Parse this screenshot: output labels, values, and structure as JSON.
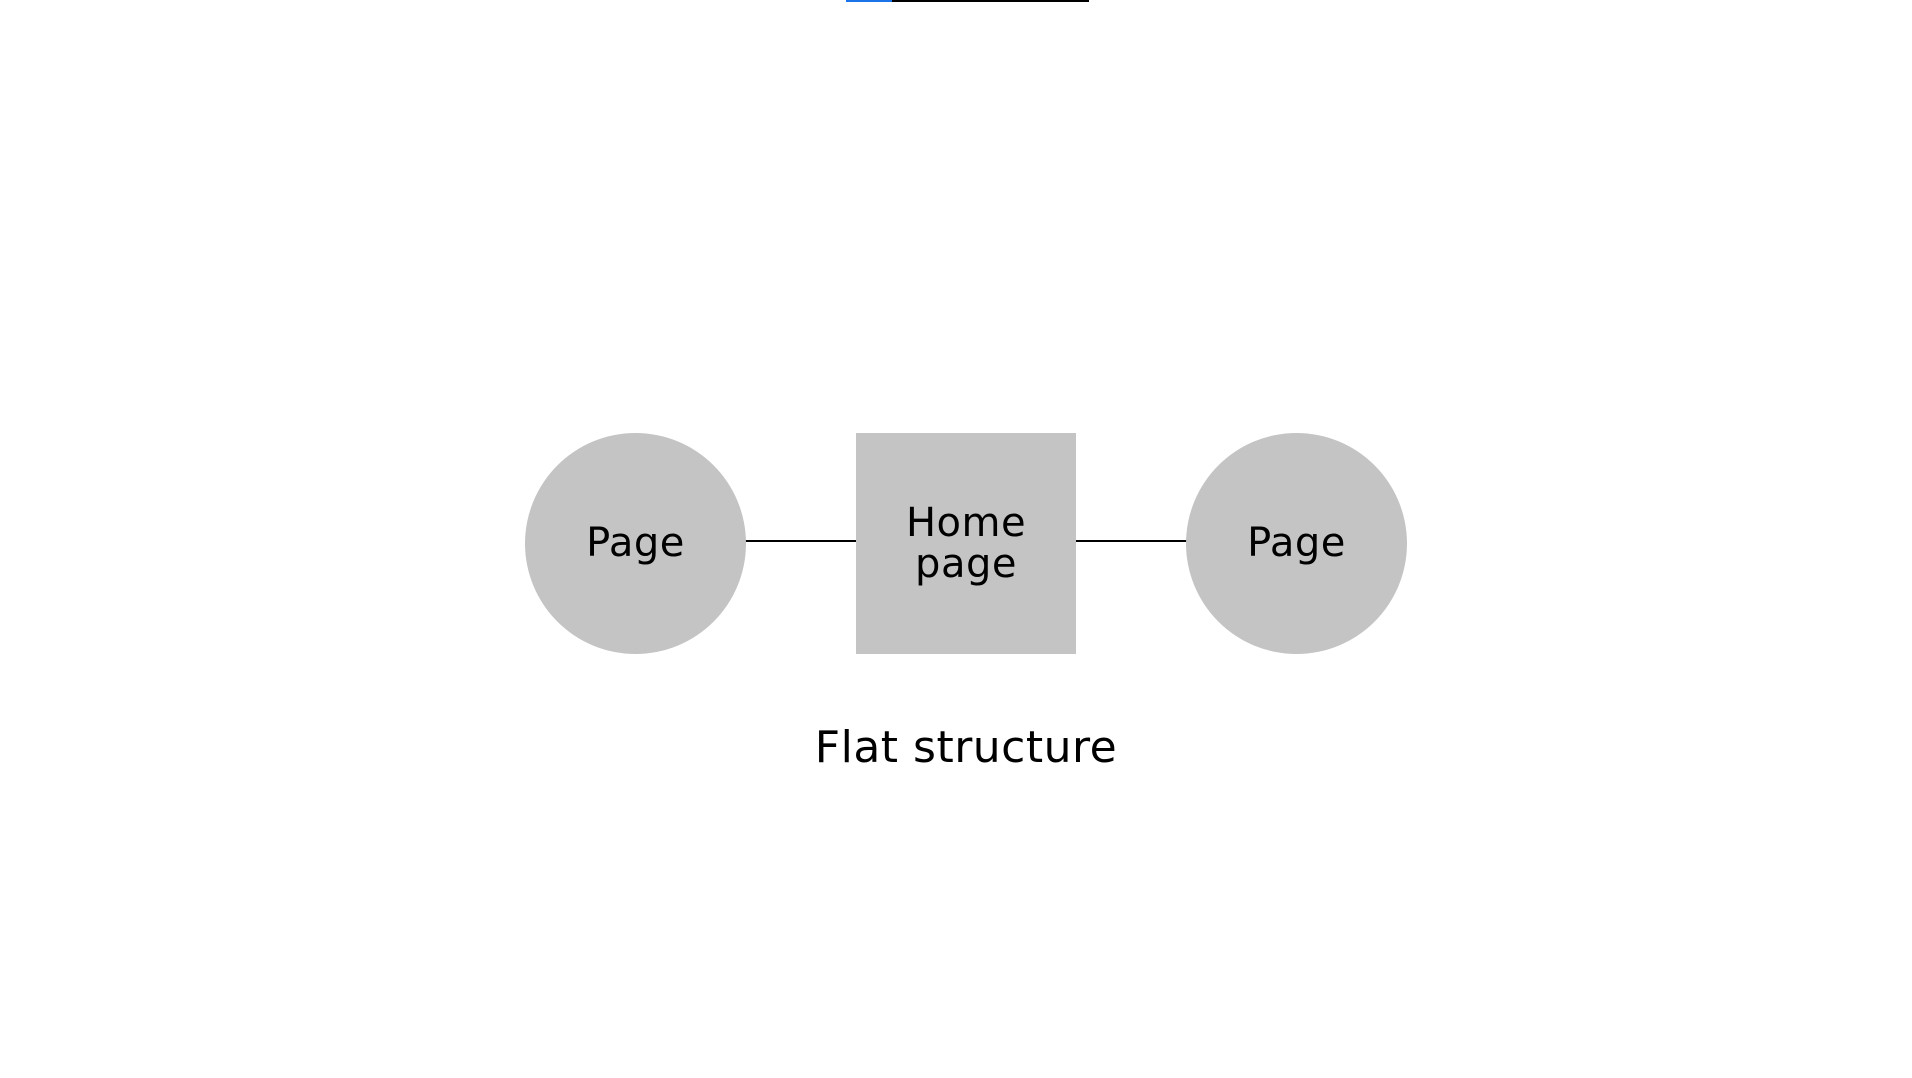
{
  "progress": {
    "fraction": 0.19,
    "track_color": "#000000",
    "fill_color": "#1a73e8"
  },
  "diagram": {
    "nodes": [
      {
        "id": "left",
        "shape": "circle",
        "label": "Page"
      },
      {
        "id": "center",
        "shape": "square",
        "label": "Home\npage"
      },
      {
        "id": "right",
        "shape": "circle",
        "label": "Page"
      }
    ],
    "edges": [
      {
        "from": "left",
        "to": "center"
      },
      {
        "from": "center",
        "to": "right"
      }
    ],
    "node_fill": "#c4c4c4",
    "caption": "Flat structure"
  }
}
